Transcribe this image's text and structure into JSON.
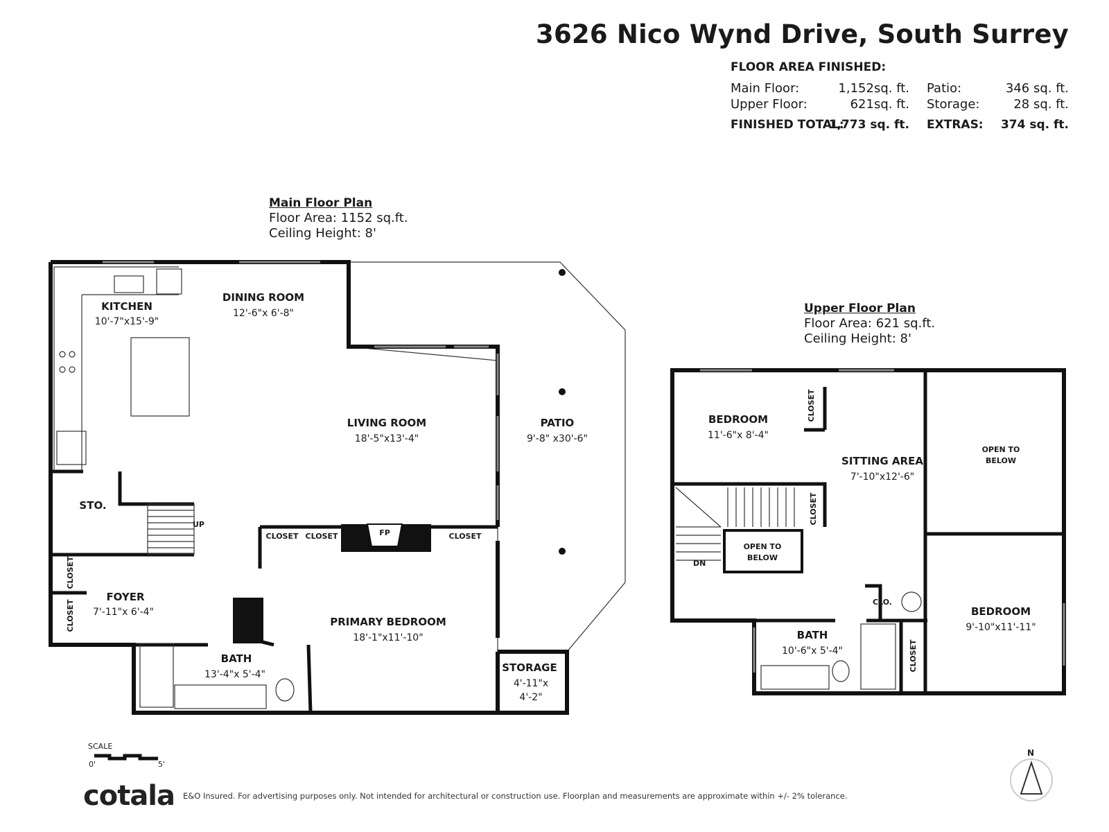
{
  "title": "3626 Nico Wynd Drive, South Surrey",
  "summary": {
    "heading": "FLOOR AREA FINISHED:",
    "rows": [
      {
        "label": "Main Floor:",
        "value": "1,152sq. ft.",
        "label2": "Patio:",
        "value2": "346 sq. ft."
      },
      {
        "label": "Upper Floor:",
        "value": "621sq. ft.",
        "label2": "Storage:",
        "value2": "28 sq. ft."
      }
    ],
    "total_label": "FINISHED TOTAL:",
    "total_value": "1,773 sq. ft.",
    "extras_label": "EXTRAS:",
    "extras_value": "374 sq. ft."
  },
  "main_floor": {
    "heading": "Main Floor Plan",
    "area": "Floor Area: 1152 sq.ft.",
    "ceiling": "Ceiling Height: 8'",
    "rooms": {
      "kitchen": {
        "name": "KITCHEN",
        "dims": "10'-7\"x15'-9\""
      },
      "dining": {
        "name": "DINING ROOM",
        "dims": "12'-6\"x 6'-8\""
      },
      "living": {
        "name": "LIVING ROOM",
        "dims": "18'-5\"x13'-4\""
      },
      "patio": {
        "name": "PATIO",
        "dims": "9'-8\" x30'-6\""
      },
      "sto": {
        "name": "STO."
      },
      "up": "UP",
      "closet1": "CLOSET",
      "closet2": "CLOSET",
      "closet3": "CLOSET",
      "fp": "FP",
      "foyer_closet1": "CLOSET",
      "foyer_closet2": "CLOSET",
      "foyer": {
        "name": "FOYER",
        "dims": "7'-11\"x 6'-4\""
      },
      "primary": {
        "name": "PRIMARY BEDROOM",
        "dims": "18'-1\"x11'-10\""
      },
      "bath": {
        "name": "BATH",
        "dims": "13'-4\"x 5'-4\""
      },
      "storage": {
        "name": "STORAGE",
        "dims1": "4'-11\"x",
        "dims2": "4'-2\""
      }
    }
  },
  "upper_floor": {
    "heading": "Upper Floor Plan",
    "area": "Floor Area: 621 sq.ft.",
    "ceiling": "Ceiling Height: 8'",
    "rooms": {
      "bedroom1": {
        "name": "BEDROOM",
        "dims": "11'-6\"x 8'-4\""
      },
      "closet_a": "CLOSET",
      "sitting": {
        "name": "SITTING AREA",
        "dims": "7'-10\"x12'-6\""
      },
      "open1": {
        "line1": "OPEN TO",
        "line2": "BELOW"
      },
      "closet_b": "CLOSET",
      "open2": {
        "line1": "OPEN TO",
        "line2": "BELOW"
      },
      "dn": "DN",
      "clo": "CLO.",
      "bath": {
        "name": "BATH",
        "dims": "10'-6\"x 5'-4\""
      },
      "closet_c": "CLOSET",
      "bedroom2": {
        "name": "BEDROOM",
        "dims": "9'-10\"x11'-11\""
      }
    }
  },
  "scale": {
    "label": "SCALE",
    "start": "0'",
    "end": "5'"
  },
  "north": "N",
  "logo": "cotala",
  "disclaimer": "E&O Insured. For advertising purposes only. Not intended for architectural or construction use. Floorplan and measurements are approximate within +/- 2% tolerance."
}
